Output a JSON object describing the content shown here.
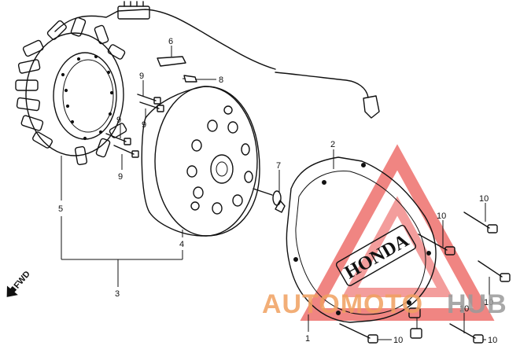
{
  "parts": {
    "stator": "5",
    "flywheel": "4",
    "assembly": "3",
    "cover": "2",
    "gasket": "1",
    "dowel": "6",
    "stud": "7",
    "bolt_small": "8",
    "bolt_a": "9",
    "bolt_b": "9",
    "bolt_c": "9",
    "bolt_d": "9",
    "cover_bolt_a": "10",
    "cover_bolt_b": "10",
    "cover_bolt_c": "10",
    "cover_bolt_d": "10",
    "cover_bolt_e": "10",
    "cover_bolt_f": "10"
  },
  "cover_brand": "HONDA",
  "direction_label": "FWD",
  "watermark": {
    "part1": "AUTOMOTO",
    "part2": "HUB",
    "color_primary": "#f0a060",
    "color_secondary": "#9a9a9a",
    "triangle_color": "#e8403c"
  }
}
